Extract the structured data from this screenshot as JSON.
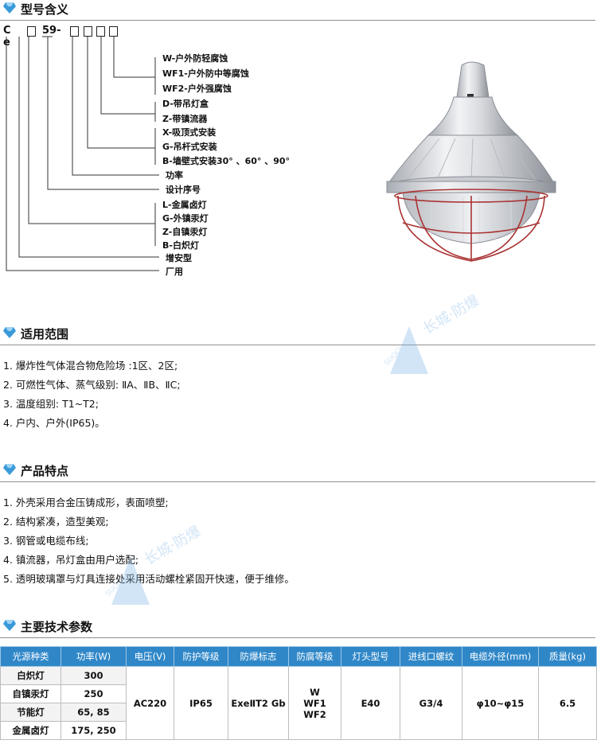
{
  "sections": {
    "model": "型号含义",
    "scope": "适用范围",
    "features": "产品特点",
    "params": "主要技术参数"
  },
  "model_code": {
    "prefix": "C e",
    "design_no": "59-"
  },
  "model_labels": [
    "W-户外防轻腐蚀",
    "WF1-户外防中等腐蚀",
    "WF2-户外强腐蚀",
    "D-带吊灯盒",
    "Z-带镇流器",
    "X-吸顶式安装",
    "G-吊杆式安装",
    "B-墙壁式安装30° 、60° 、90°",
    "功率",
    "设计序号",
    "L-金属卤灯",
    "G-外镇汞灯",
    "Z-自镇汞灯",
    "B-白炽灯",
    "增安型",
    "厂用"
  ],
  "scope_items": [
    "1. 爆炸性气体混合物危险场 :1区、2区;",
    "2. 可燃性气体、蒸气级别: ⅡA、ⅡB、ⅡC;",
    "3. 温度组别: T1~T2;",
    "4. 户内、户外(IP65)。"
  ],
  "feature_items": [
    "1. 外壳采用合金压铸成形，表面喷塑;",
    "2. 结构紧凑，造型美观;",
    "3. 钢管或电缆布线;",
    "4. 镇流器，吊灯盒由用户选配;",
    "5. 透明玻璃罩与灯具连接处采用活动螺栓紧固开快速，便于维修。"
  ],
  "table": {
    "headers": [
      "光源种类",
      "功率(W)",
      "电压(V)",
      "防护等级",
      "防爆标志",
      "防腐等级",
      "灯头型号",
      "进线口螺纹",
      "电缆外径(mm)",
      "质量(kg)"
    ],
    "rows": [
      {
        "source": "白炽灯",
        "power": "300"
      },
      {
        "source": "自镇汞灯",
        "power": "250"
      },
      {
        "source": "节能灯",
        "power": "65, 85"
      },
      {
        "source": "金属卤灯",
        "power": "175, 250"
      }
    ],
    "voltage": "AC220",
    "protection": "IP65",
    "ex_mark": "ExeⅡT2 Gb",
    "corrosion": [
      "W",
      "WF1",
      "WF2"
    ],
    "lamp_base": "E40",
    "thread": "G3/4",
    "cable": "φ10~φ15",
    "weight": "6.5"
  },
  "watermark": {
    "text": "长城·防爆",
    "brand": "SUOCH"
  },
  "colors": {
    "table_header": "#2f87c8",
    "gem": "#3a9ad9",
    "rule": "#8f8f8f"
  }
}
